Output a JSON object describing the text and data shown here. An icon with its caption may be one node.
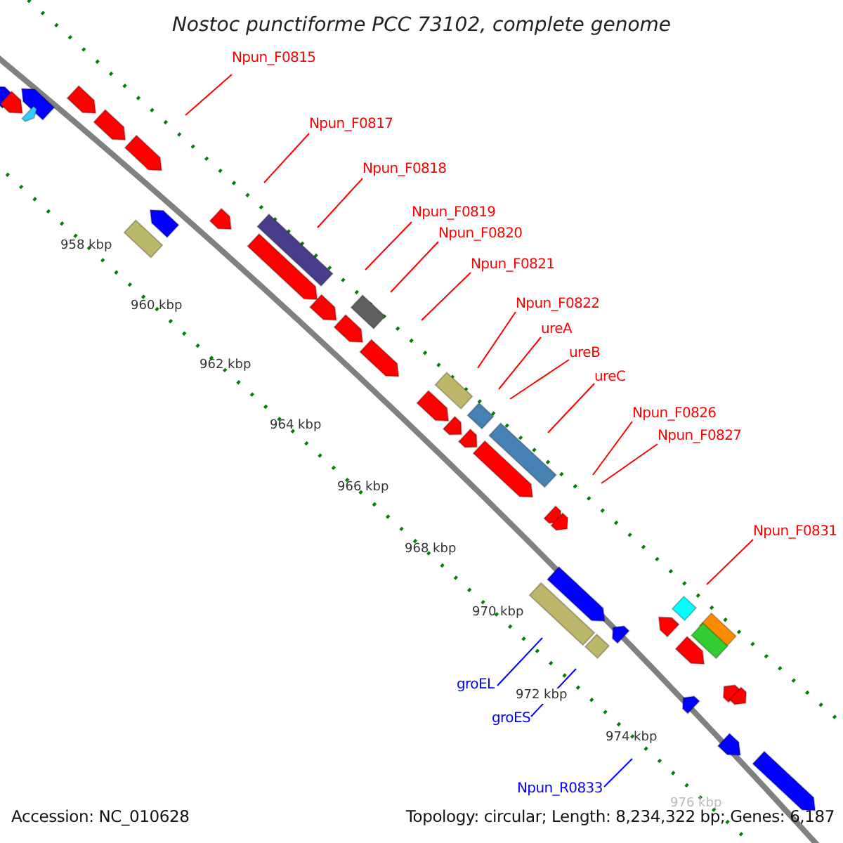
{
  "diagram": {
    "title": "Nostoc punctiforme PCC 73102, complete genome",
    "nodes": [
      {
        "text": [
          "Npun_F0815"
        ]
      },
      {
        "text": [
          "Npun_F0817"
        ]
      },
      {
        "text": [
          "Npun_F0818"
        ]
      },
      {
        "text": [
          "Npun_F0819"
        ]
      },
      {
        "text": [
          "Npun_F0820"
        ]
      },
      {
        "text": [
          "Npun_F0821"
        ]
      },
      {
        "text": [
          "Npun_F0822"
        ]
      },
      {
        "text": [
          "ureA"
        ]
      },
      {
        "text": [
          "ureB"
        ]
      },
      {
        "text": [
          "ureC"
        ]
      },
      {
        "text": [
          "Npun_F0826"
        ]
      },
      {
        "text": [
          "Npun_F0827"
        ]
      },
      {
        "text": [
          "Npun_F0831"
        ]
      },
      {
        "text": [
          "groEL"
        ]
      },
      {
        "text": [
          "groES"
        ]
      },
      {
        "text": [
          "Npun_R0833"
        ]
      }
    ],
    "edges": [
      {
        "from": 0,
        "to": null,
        "arrow": "none"
      },
      {
        "from": 1,
        "to": null,
        "arrow": "none"
      },
      {
        "from": 2,
        "to": null,
        "arrow": "none"
      },
      {
        "from": 3,
        "to": null,
        "arrow": "none"
      },
      {
        "from": 4,
        "to": null,
        "arrow": "none"
      },
      {
        "from": 5,
        "to": null,
        "arrow": "none"
      },
      {
        "from": 6,
        "to": null,
        "arrow": "none"
      },
      {
        "from": 7,
        "to": null,
        "arrow": "none"
      },
      {
        "from": 8,
        "to": null,
        "arrow": "none"
      },
      {
        "from": 9,
        "to": null,
        "arrow": "none"
      },
      {
        "from": 10,
        "to": null,
        "arrow": "none"
      },
      {
        "from": 11,
        "to": null,
        "arrow": "none"
      },
      {
        "from": 12,
        "to": null,
        "arrow": "none"
      },
      {
        "from": 13,
        "to": null,
        "arrow": "none",
        "color": "#0000ff"
      },
      {
        "from": 14,
        "to": null,
        "arrow": "none",
        "color": "#0000ff"
      },
      {
        "from": 15,
        "to": null,
        "arrow": "none",
        "color": "#0000ff"
      }
    ],
    "labels": [
      "958 kbp",
      "960 kbp",
      "962 kbp",
      "964 kbp",
      "966 kbp",
      "968 kbp",
      "970 kbp",
      "972 kbp",
      "974 kbp",
      "976 kbp",
      "Accession: NC_010628",
      "Topology: circular; Length: 8,234,322 bp; Genes: 6,187"
    ]
  }
}
